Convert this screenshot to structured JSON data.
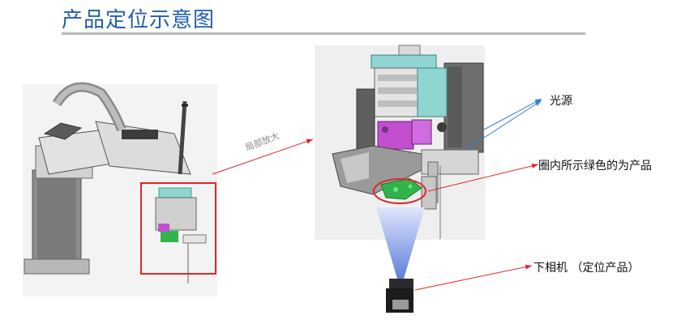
{
  "title": "产品定位示意图",
  "labels": {
    "zoom": "局部放大",
    "light_source": "光源",
    "circled_product": "圈内所示绿色的为产品",
    "bottom_camera": "下相机 （定位产品）"
  },
  "colors": {
    "title": "#1f5fa8",
    "highlight_box": "#e0262c",
    "arrow_red": "#e0262c",
    "arrow_blue": "#3a7fd5",
    "product": "#2fb34a",
    "magenta": "#c14fd0",
    "cyan": "#8fd6d2",
    "beam": "#9fb4ea"
  }
}
